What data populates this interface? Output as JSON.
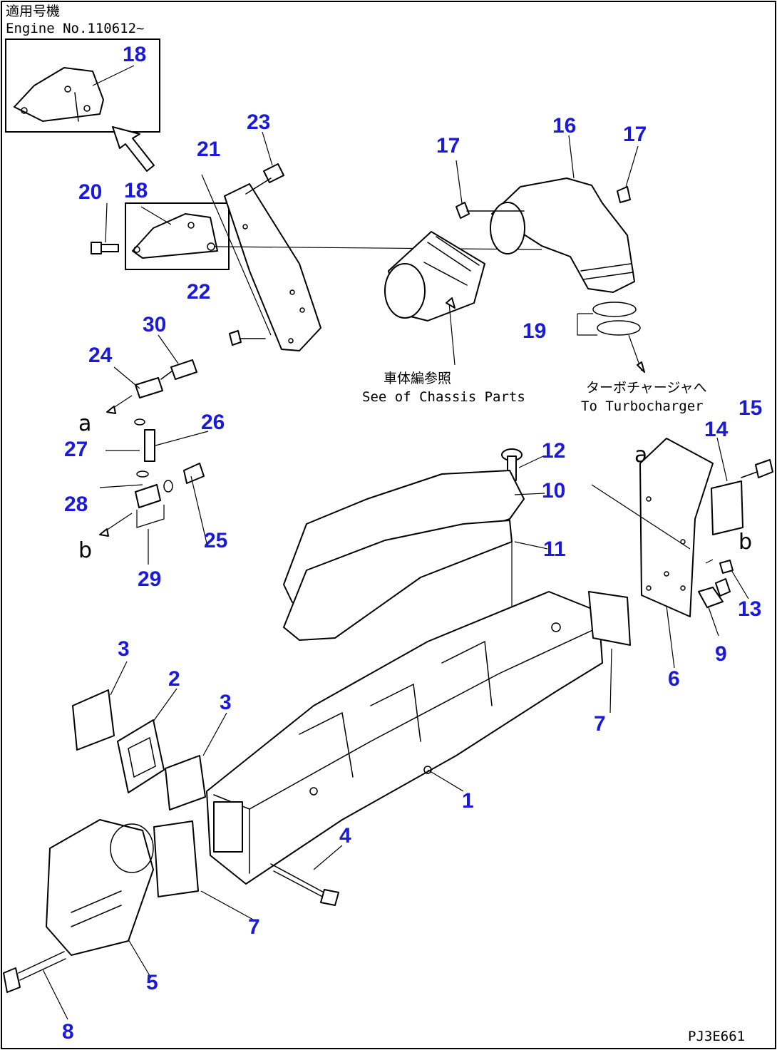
{
  "header": {
    "line1": "適用号機",
    "line2": "Engine No.110612~"
  },
  "notes": {
    "chassis_jp": "車体編参照",
    "chassis_en": "See of Chassis Parts",
    "turbo_jp": "ターボチャージャへ",
    "turbo_en": "To Turbocharger"
  },
  "letters": {
    "a": "a",
    "b": "b"
  },
  "drawing_code": "PJ3E661",
  "callouts": [
    "1",
    "2",
    "3",
    "3",
    "4",
    "5",
    "6",
    "7",
    "7",
    "8",
    "9",
    "10",
    "11",
    "12",
    "13",
    "14",
    "15",
    "16",
    "17",
    "17",
    "18",
    "18",
    "19",
    "20",
    "21",
    "22",
    "23",
    "24",
    "25",
    "26",
    "27",
    "28",
    "29",
    "30"
  ]
}
